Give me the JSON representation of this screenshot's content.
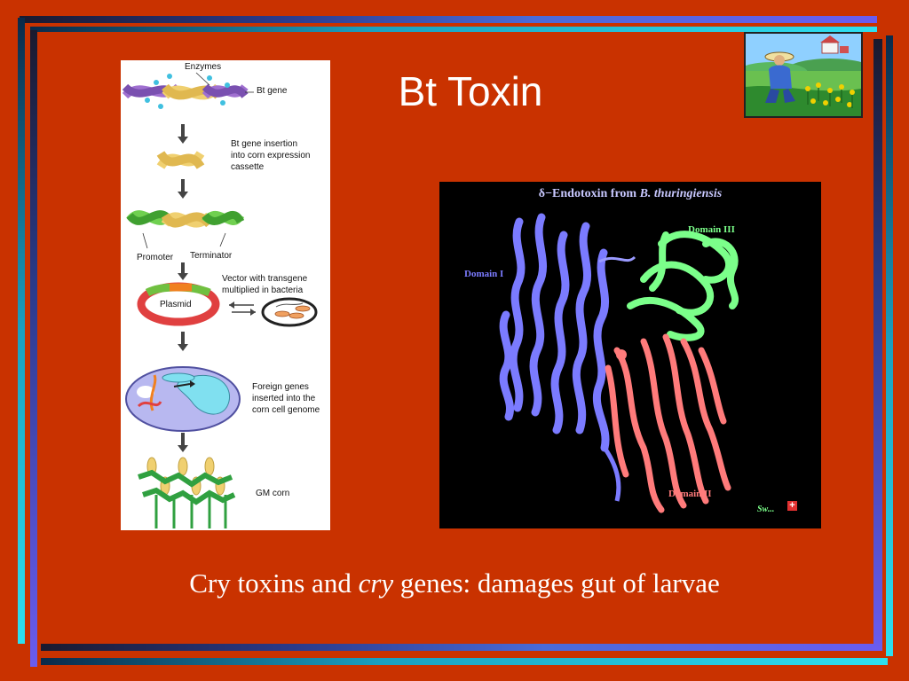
{
  "slide": {
    "title": "Bt Toxin",
    "caption_part1": "Cry toxins and ",
    "caption_italic": "cry",
    "caption_part2": " genes: damages gut of larvae"
  },
  "diagram": {
    "enzymes": "Enzymes",
    "bt_gene": "Bt gene",
    "insertion_line1": "Bt gene insertion",
    "insertion_line2": "into corn expression",
    "insertion_line3": "cassette",
    "promoter": "Promoter",
    "terminator": "Terminator",
    "vector_line1": "Vector with transgene",
    "vector_line2": "multiplied in bacteria",
    "plasmid": "Plasmid",
    "foreign_line1": "Foreign genes",
    "foreign_line2": "inserted into the",
    "foreign_line3": "corn cell genome",
    "gm_corn": "GM corn"
  },
  "protein": {
    "title_prefix": "δ−Endotoxin from ",
    "title_italic": "B. thuringiensis",
    "domain1": "Domain I",
    "domain2": "Domain II",
    "domain3": "Domain III",
    "watermark": "Sw..."
  },
  "colors": {
    "background": "#c93200",
    "domain1": "#7b7bff",
    "domain2": "#ff7b7b",
    "domain3": "#7bff8a"
  }
}
